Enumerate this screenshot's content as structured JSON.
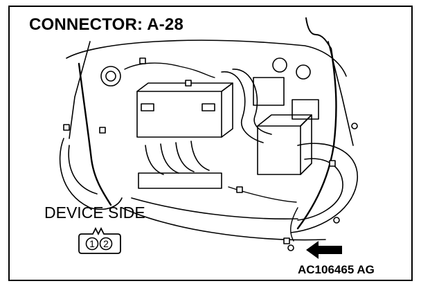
{
  "title": "CONNECTOR: A-28",
  "device_label": "DEVICE SIDE",
  "connector": {
    "pins": [
      "1",
      "2"
    ]
  },
  "figure_code": "AC106465 AG",
  "icons": [
    "engine-bay-illustration",
    "connector-icon",
    "arrow-left-icon"
  ]
}
